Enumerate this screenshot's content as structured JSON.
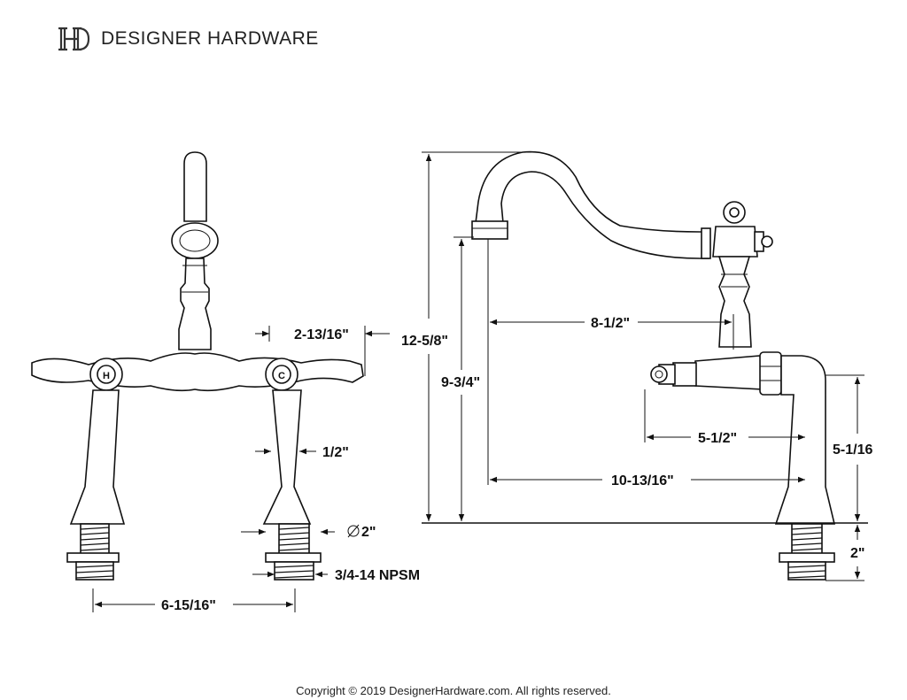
{
  "header": {
    "brand_name": "DESIGNER HARDWARE",
    "logo_icon": "dh-monogram-icon"
  },
  "dimensions": {
    "spread_top": "2-13/16\"",
    "total_height": "12-5/8\"",
    "spout_height": "9-3/4\"",
    "handle_offset": "1/2\"",
    "shank_diameter": "2\"",
    "thread_spec": "3/4-14 NPSM",
    "center_spread": "6-15/16\"",
    "spout_reach_upper": "8-1/2\"",
    "handle_reach": "5-1/2\"",
    "spout_reach_lower": "10-13/16\"",
    "riser_height": "5-1/16",
    "shank_length": "2\""
  },
  "footer": {
    "copyright": "Copyright © 2019 DesignerHardware.com. All rights reserved."
  }
}
